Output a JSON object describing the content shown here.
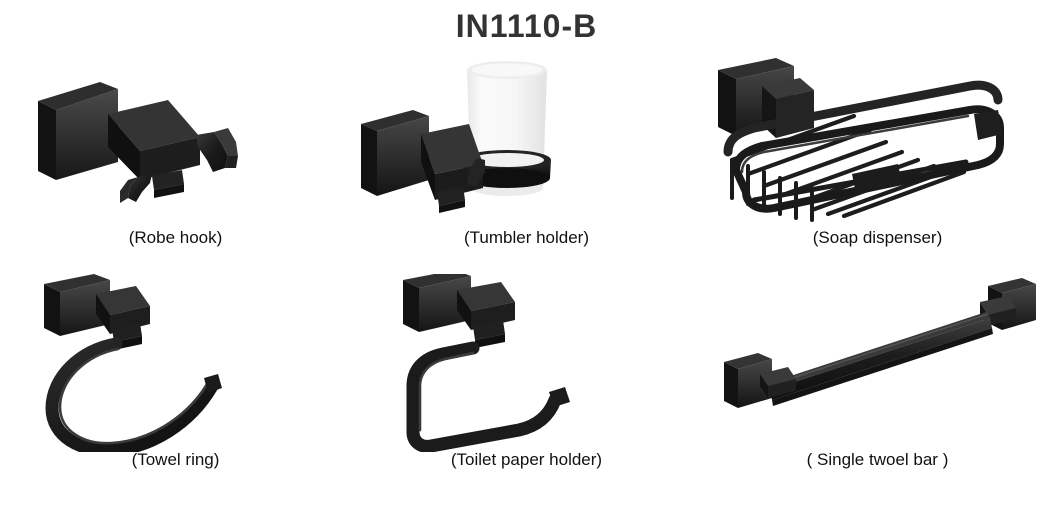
{
  "page": {
    "title": "IN1110-B",
    "background_color": "#ffffff",
    "title_color": "#333333",
    "label_color": "#111111",
    "product_finish_color": "#1a1a1a",
    "glass_color": "#f2f2f2"
  },
  "products": [
    {
      "label": "(Robe hook)",
      "icon": "robe-hook",
      "row": 1,
      "column": 1
    },
    {
      "label": "(Tumbler holder)",
      "icon": "tumbler-holder",
      "row": 1,
      "column": 2
    },
    {
      "label": "(Soap dispenser)",
      "icon": "soap-basket",
      "row": 1,
      "column": 3
    },
    {
      "label": "(Towel ring)",
      "icon": "towel-ring",
      "row": 2,
      "column": 1
    },
    {
      "label": "(Toilet paper holder)",
      "icon": "toilet-paper-holder",
      "row": 2,
      "column": 2
    },
    {
      "label": "( Single twoel bar )",
      "icon": "single-towel-bar",
      "row": 2,
      "column": 3
    }
  ]
}
